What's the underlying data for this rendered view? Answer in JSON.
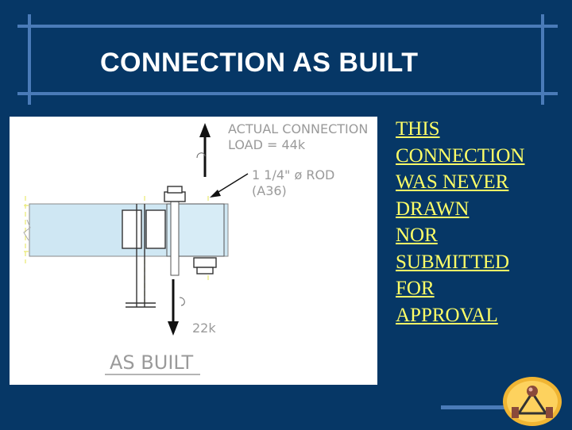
{
  "slide": {
    "title": "CONNECTION AS BUILT"
  },
  "drawing": {
    "load_label_line1": "ACTUAL CONNECTION",
    "load_label_line2": "LOAD = 44k",
    "rod_label_line1": "1 1/4\" ø ROD",
    "rod_label_line2": "(A36)",
    "lower_load": "22k",
    "caption": "AS BUILT"
  },
  "note": {
    "lines": [
      "THIS",
      "CONNECTION",
      "WAS NEVER",
      "DRAWN",
      "NOR",
      "SUBMITTED",
      "FOR",
      "APPROVAL"
    ]
  },
  "colors": {
    "background": "#063766",
    "frame": "#4a7bb8",
    "title": "#ffffff",
    "note_text": "#ffff66",
    "beam_fill": "#cfe7f3",
    "dashed": "#e8e870"
  },
  "icons": {
    "logo": "orange-sphere-truss-logo"
  }
}
